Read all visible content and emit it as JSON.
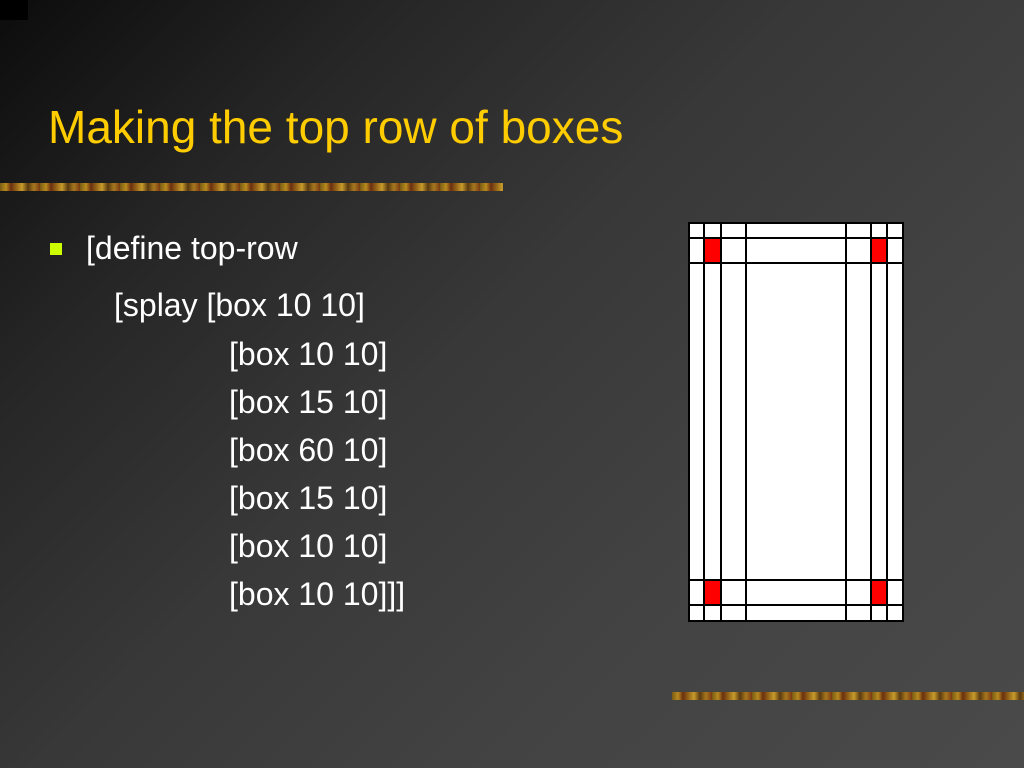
{
  "slide": {
    "title": "Making the top row of boxes",
    "bullet": "[define top-row",
    "code_lines": [
      "[splay [box 10 10]",
      "[box 10 10]",
      "[box 15 10]",
      "[box 60 10]",
      "[box 15 10]",
      "[box 10 10]",
      "[box 10 10]]]"
    ]
  },
  "colors": {
    "title": "#ffcc00",
    "bullet": "#ccff00",
    "text": "#ffffff",
    "highlight_cell": "#ff0000"
  }
}
